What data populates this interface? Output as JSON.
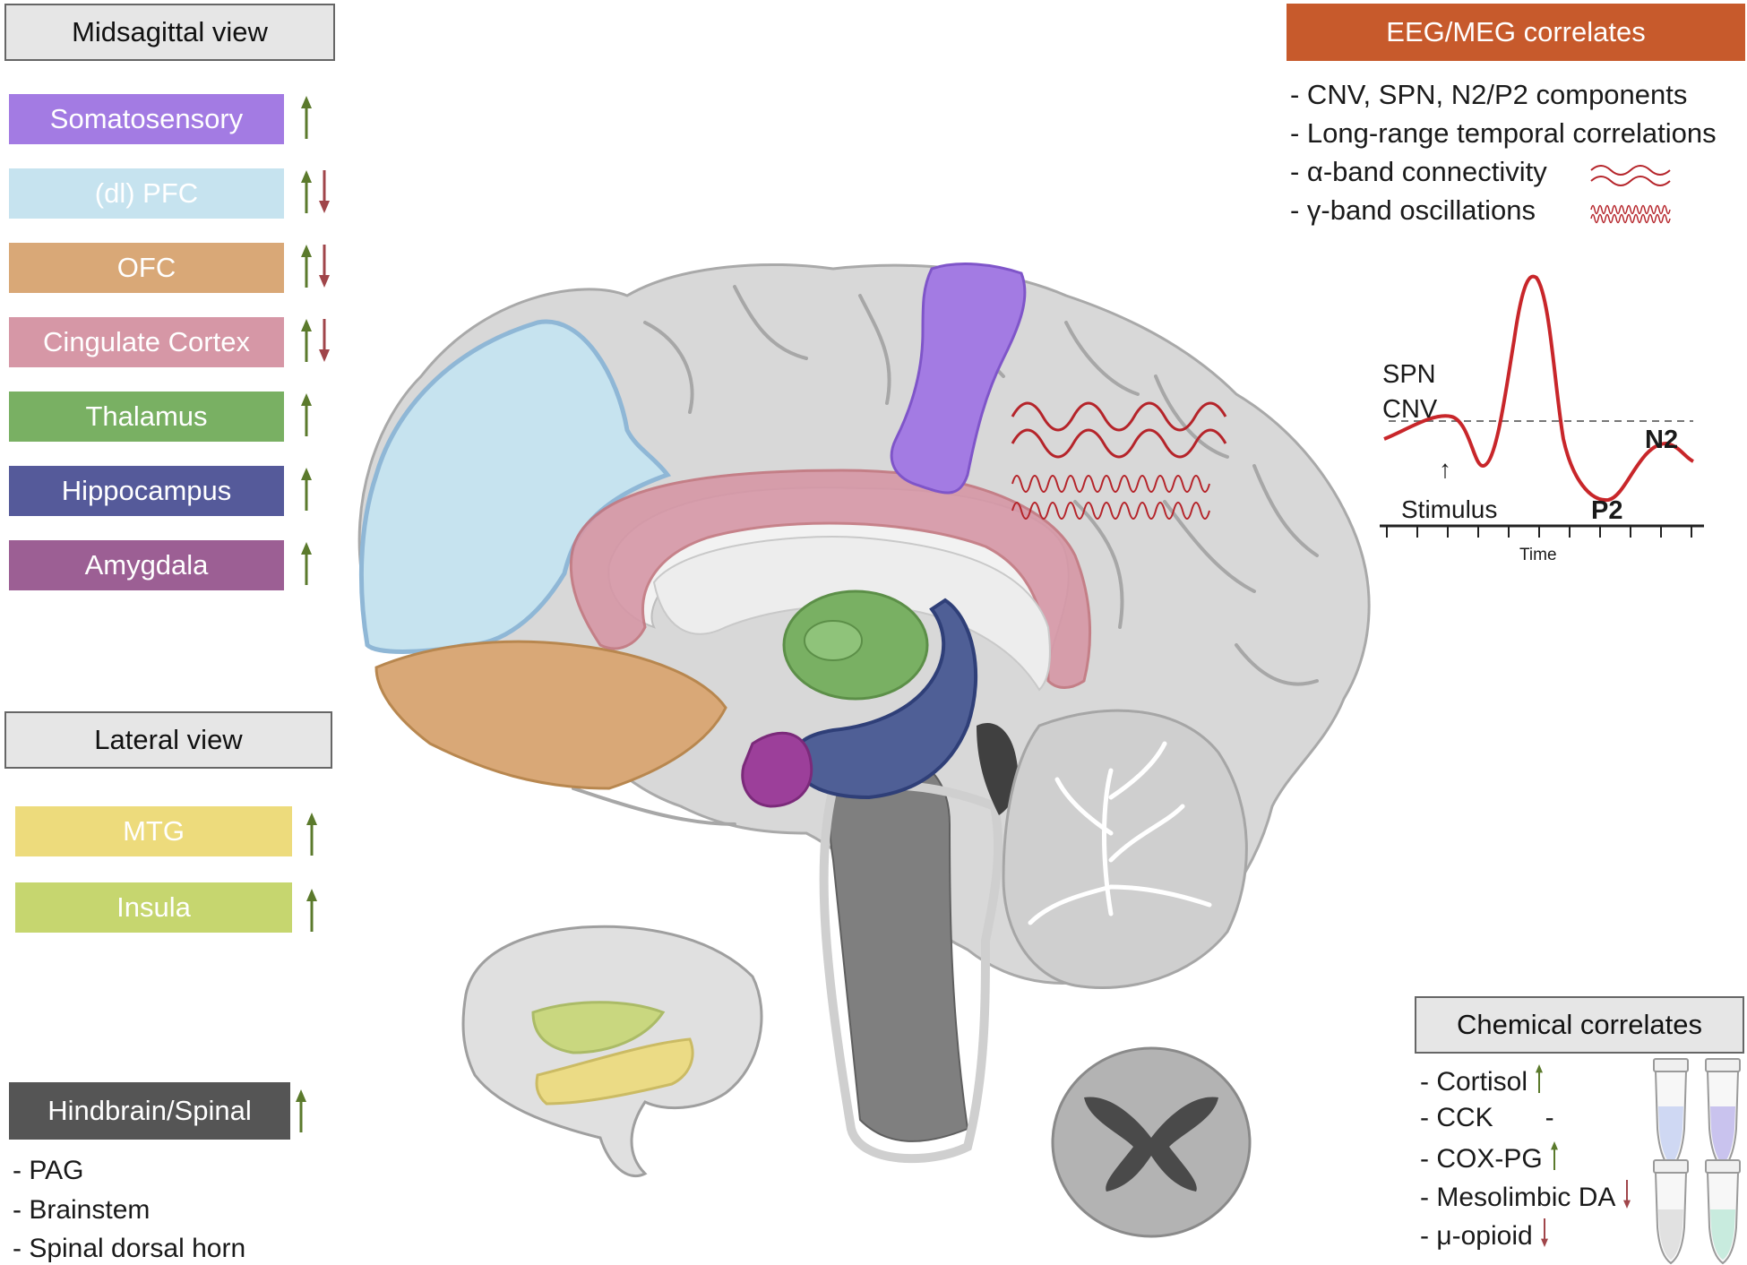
{
  "midsagittal": {
    "header": "Midsagittal view",
    "regions": [
      {
        "label": "Somatosensory",
        "color": "#a37be3",
        "arrows": [
          "up"
        ]
      },
      {
        "label": "(dl) PFC",
        "color": "#c6e3ef",
        "arrows": [
          "up",
          "down"
        ]
      },
      {
        "label": "OFC",
        "color": "#d9a877",
        "arrows": [
          "up",
          "down"
        ]
      },
      {
        "label": "Cingulate Cortex",
        "color": "#d697a6",
        "arrows": [
          "up",
          "down"
        ]
      },
      {
        "label": "Thalamus",
        "color": "#79b063",
        "arrows": [
          "up"
        ]
      },
      {
        "label": "Hippocampus",
        "color": "#555a9a",
        "arrows": [
          "up"
        ]
      },
      {
        "label": "Amygdala",
        "color": "#9c5f94",
        "arrows": [
          "up"
        ]
      }
    ]
  },
  "lateral": {
    "header": "Lateral view",
    "regions": [
      {
        "label": "MTG",
        "color": "#eddb7c",
        "arrows": [
          "up"
        ]
      },
      {
        "label": "Insula",
        "color": "#c6d66f",
        "arrows": [
          "up"
        ]
      }
    ]
  },
  "hindbrain": {
    "header": "Hindbrain/Spinal",
    "color": "#555555",
    "arrows": [
      "up"
    ],
    "items": [
      "- PAG",
      "- Brainstem",
      "- Spinal dorsal horn"
    ]
  },
  "eeg": {
    "header": "EEG/MEG correlates",
    "header_color": "#c75a2c",
    "items": [
      "- CNV, SPN, N2/P2 components",
      "- Long-range temporal correlations",
      "- α-band connectivity",
      "- γ-band oscillations"
    ],
    "erp": {
      "spn": "SPN",
      "cnv": "CNV",
      "n2": "N2",
      "p2": "P2",
      "stimulus": "Stimulus",
      "stim_arrow": "↑",
      "time": "Time"
    }
  },
  "chemical": {
    "header": "Chemical correlates",
    "items": [
      {
        "label": "- Cortisol",
        "mark": "up"
      },
      {
        "label": "- CCK",
        "mark": "-"
      },
      {
        "label": "- COX-PG",
        "mark": "up"
      },
      {
        "label": "- Mesolimbic DA",
        "mark": "down"
      },
      {
        "label": "- μ-opioid",
        "mark": "down"
      }
    ]
  },
  "colors": {
    "up_arrow": "#5b7a2c",
    "down_arrow": "#a0454a",
    "wave": "#b5242a",
    "erp_line": "#c8262a"
  }
}
